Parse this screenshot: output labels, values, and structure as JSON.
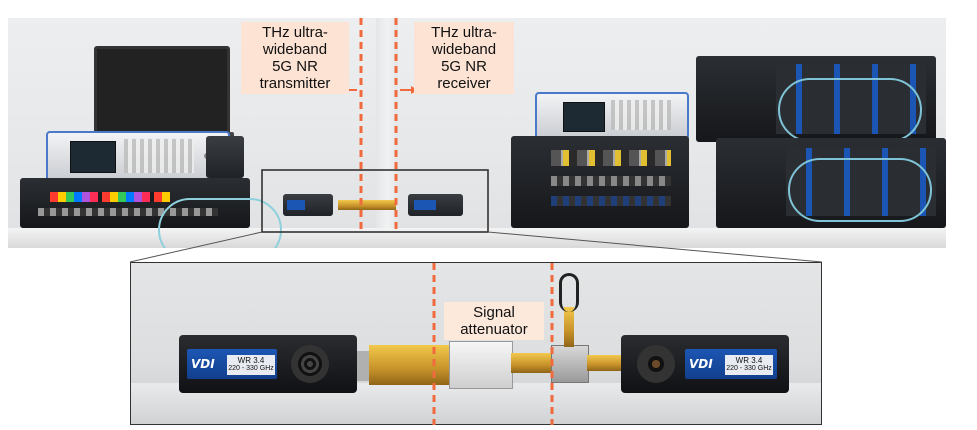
{
  "labels": {
    "transmitter": "THz ultra-\nwideband\n5G NR\ntransmitter",
    "receiver": "THz ultra-\nwideband\n5G NR\nreceiver",
    "attenuator": "Signal\nattenuator"
  },
  "modules": {
    "left": {
      "logo": "VDI",
      "band": "WR 3.4",
      "range": "220 - 330 GHz"
    },
    "right": {
      "logo": "VDI",
      "band": "WR 3.4",
      "range": "220 - 330 GHz"
    }
  },
  "colors": {
    "label_bg": "#fde3d3",
    "dashed_line": "#f06a3e",
    "callout_box": "#333333",
    "vdi_blue": "#1c56b4"
  }
}
